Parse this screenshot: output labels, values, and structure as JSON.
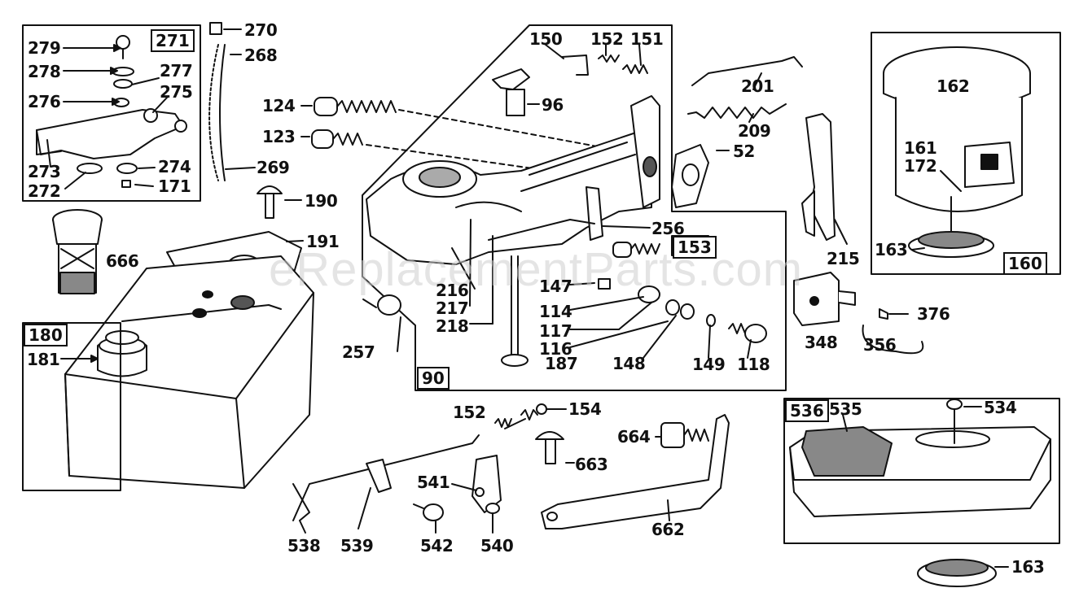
{
  "watermark": "eReplacementParts.com",
  "colors": {
    "ink": "#111111",
    "paper": "#ffffff",
    "shade": "#555555"
  },
  "box_labels": {
    "b271": "271",
    "b180": "180",
    "b90": "90",
    "b153": "153",
    "b160": "160",
    "b536": "536"
  },
  "part_labels": {
    "l279": "279",
    "l278": "278",
    "l277": "277",
    "l276": "276",
    "l275": "275",
    "l273": "273",
    "l272": "272",
    "l274": "274",
    "l171": "171",
    "l270": "270",
    "l268": "268",
    "l269": "269",
    "l190": "190",
    "l191": "191",
    "l666": "666",
    "l181": "181",
    "l124": "124",
    "l123": "123",
    "l150": "150",
    "l152a": "152",
    "l151": "151",
    "l96": "96",
    "l201": "201",
    "l209": "209",
    "l52": "52",
    "l256": "256",
    "l216": "216",
    "l217": "217",
    "l218": "218",
    "l257": "257",
    "l147": "147",
    "l114": "114",
    "l117": "117",
    "l116": "116",
    "l148": "148",
    "l149": "149",
    "l118": "118",
    "l187": "187",
    "l215": "215",
    "l348": "348",
    "l376": "376",
    "l356": "356",
    "l162": "162",
    "l161": "161",
    "l172": "172",
    "l163a": "163",
    "l152b": "152",
    "l154": "154",
    "l664": "664",
    "l663": "663",
    "l541": "541",
    "l538": "538",
    "l539": "539",
    "l542": "542",
    "l540": "540",
    "l662": "662",
    "l535": "535",
    "l534": "534",
    "l163b": "163"
  }
}
